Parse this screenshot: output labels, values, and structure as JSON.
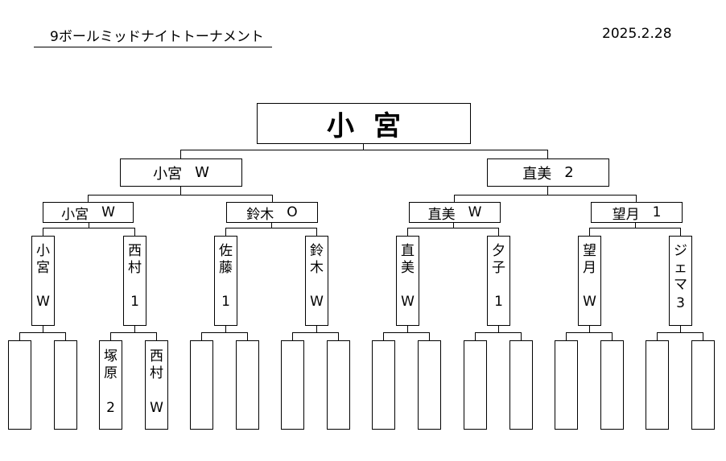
{
  "header": {
    "title": "9ボールミッドナイトトーナメント",
    "date": "2025.2.28"
  },
  "champion": "小宮",
  "semifinals": [
    {
      "name": "小宮",
      "result": "W"
    },
    {
      "name": "直美",
      "result": "2"
    }
  ],
  "quarterfinals": [
    {
      "name": "小宮",
      "result": "W"
    },
    {
      "name": "鈴木",
      "result": "O"
    },
    {
      "name": "直美",
      "result": "W"
    },
    {
      "name": "望月",
      "result": "1"
    }
  ],
  "round2": [
    {
      "name": "小宮",
      "result": "W"
    },
    {
      "name": "西村",
      "result": "1"
    },
    {
      "name": "佐藤",
      "result": "1"
    },
    {
      "name": "鈴木",
      "result": "W"
    },
    {
      "name": "直美",
      "result": "W"
    },
    {
      "name": "夕子",
      "result": "1"
    },
    {
      "name": "望月",
      "result": "W"
    },
    {
      "name": "ジェマ",
      "result": "3"
    }
  ],
  "round1": [
    {
      "name": "",
      "result": ""
    },
    {
      "name": "",
      "result": ""
    },
    {
      "name": "塚原",
      "result": "2"
    },
    {
      "name": "西村",
      "result": "W"
    },
    {
      "name": "",
      "result": ""
    },
    {
      "name": "",
      "result": ""
    },
    {
      "name": "",
      "result": ""
    },
    {
      "name": "",
      "result": ""
    },
    {
      "name": "",
      "result": ""
    },
    {
      "name": "",
      "result": ""
    },
    {
      "name": "",
      "result": ""
    },
    {
      "name": "",
      "result": ""
    },
    {
      "name": "",
      "result": ""
    },
    {
      "name": "",
      "result": ""
    },
    {
      "name": "",
      "result": ""
    },
    {
      "name": "",
      "result": ""
    }
  ]
}
